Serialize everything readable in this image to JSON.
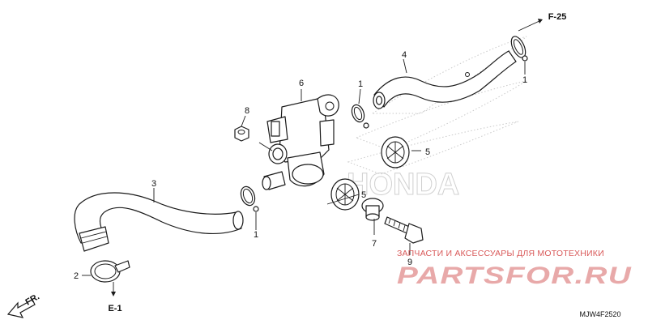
{
  "diagram": {
    "part_labels": [
      "1",
      "1",
      "1",
      "2",
      "3",
      "4",
      "5",
      "5",
      "6",
      "7",
      "8",
      "9"
    ],
    "references": {
      "f25": "F-25",
      "e1": "E-1",
      "fr": "FR."
    },
    "watermark": {
      "tagline": "ЗАПЧАСТИ И АКСЕССУАРЫ ДЛЯ МОТОТЕХНИКИ",
      "brand": "PARTSFOR.RU"
    },
    "drawing_code": "MJW4F2520"
  }
}
